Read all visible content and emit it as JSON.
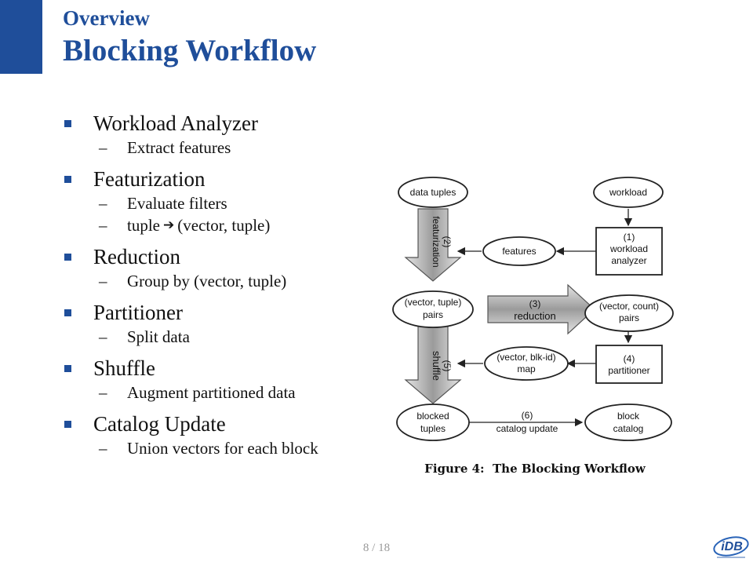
{
  "header": {
    "section": "Overview",
    "title": "Blocking Workflow"
  },
  "bullets": [
    {
      "label": "Workload Analyzer",
      "subs": [
        {
          "text": "Extract features"
        }
      ]
    },
    {
      "label": "Featurization",
      "subs": [
        {
          "text": "Evaluate filters"
        },
        {
          "pre": "tuple",
          "post": "(vector, tuple)"
        }
      ]
    },
    {
      "label": "Reduction",
      "subs": [
        {
          "text": "Group by (vector, tuple)"
        }
      ]
    },
    {
      "label": "Partitioner",
      "subs": [
        {
          "text": "Split data"
        }
      ]
    },
    {
      "label": "Shuffle",
      "subs": [
        {
          "text": "Augment partitioned data"
        }
      ]
    },
    {
      "label": "Catalog Update",
      "subs": [
        {
          "text": "Union vectors for each block"
        }
      ]
    }
  ],
  "figure": {
    "nodes": {
      "data_tuples": "data tuples",
      "workload": "workload",
      "features": "features",
      "analyzer_step": "(1)",
      "analyzer_l1": "workload",
      "analyzer_l2": "analyzer",
      "vt_pairs_l1": "(vector, tuple)",
      "vt_pairs_l2": "pairs",
      "vc_pairs_l1": "(vector, count)",
      "vc_pairs_l2": "pairs",
      "vb_map_l1": "(vector, blk-id)",
      "vb_map_l2": "map",
      "partitioner_step": "(4)",
      "partitioner_l1": "partitioner",
      "blocked_l1": "blocked",
      "blocked_l2": "tuples",
      "catalog_l1": "block",
      "catalog_l2": "catalog"
    },
    "edges": {
      "featurization_step": "(2)",
      "featurization_label": "featurization",
      "reduction_step": "(3)",
      "reduction_label": "reduction",
      "shuffle_step": "(5)",
      "shuffle_label": "shuffle",
      "catalog_update_step": "(6)",
      "catalog_update_label": "catalog update"
    },
    "caption": "Figure 4:  The Blocking Workflow"
  },
  "footer": {
    "page": "8 / 18",
    "logo_text": "iDB"
  },
  "colors": {
    "accent": "#1f4e9a"
  }
}
